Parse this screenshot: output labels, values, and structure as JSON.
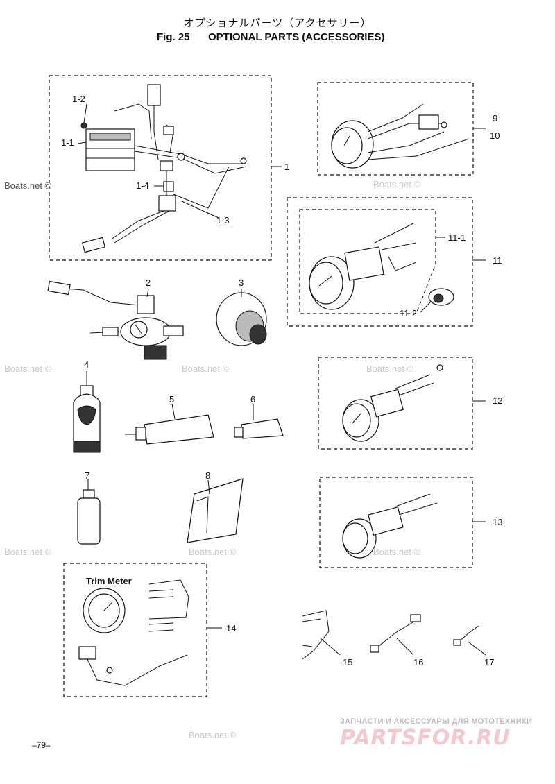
{
  "header": {
    "title_jp": "オプショナルパーツ（アクセサリー）",
    "fig_label": "Fig. 25",
    "title_en": "OPTIONAL PARTS (ACCESSORIES)"
  },
  "callouts": {
    "c1": "1",
    "c1_1": "1-1",
    "c1_2": "1-2",
    "c1_3": "1-3",
    "c1_4": "1-4",
    "c2": "2",
    "c3": "3",
    "c4": "4",
    "c5": "5",
    "c6": "6",
    "c7": "7",
    "c8": "8",
    "c9": "9",
    "c10": "10",
    "c11": "11",
    "c11_1": "11-1",
    "c11_2": "11-2",
    "c12": "12",
    "c13": "13",
    "c14": "14",
    "c15": "15",
    "c16": "16",
    "c17": "17"
  },
  "trim_meter_label": "Trim Meter",
  "watermark": "Boats.net ©",
  "page_number": "–79–",
  "ad": {
    "tagline": "ЗАПЧАСТИ И АКСЕССУАРЫ ДЛЯ МОТОТЕХНИКИ",
    "logo_text": "PARTSFOR.RU"
  }
}
